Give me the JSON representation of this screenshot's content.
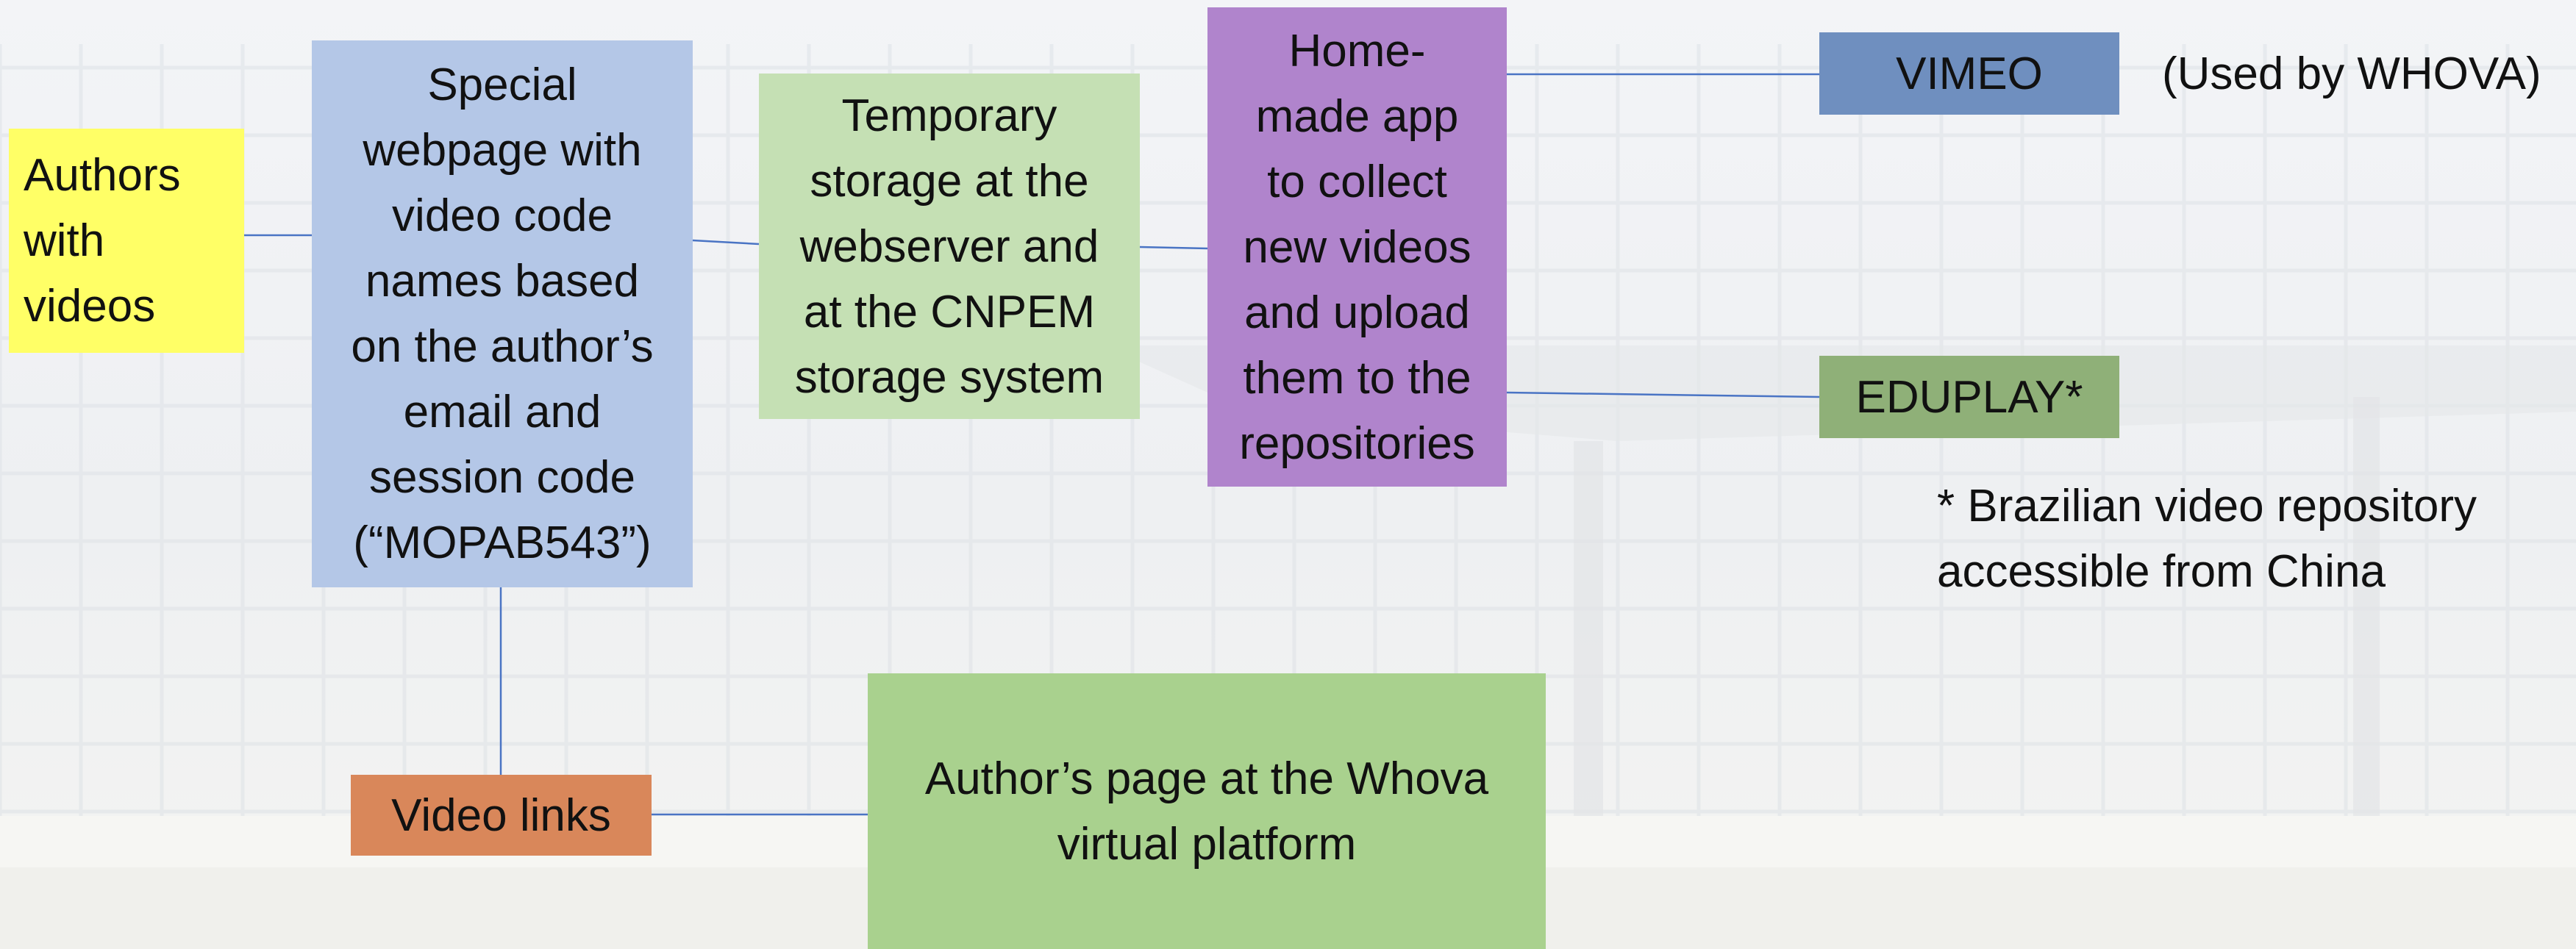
{
  "diagram": {
    "nodes": {
      "authors": {
        "label": "Authors\nwith\nvideos",
        "color": "#ffff66"
      },
      "webpage": {
        "label": "Special\nwebpage with\nvideo code\nnames based\non the author’s\nemail and\nsession code\n(“MOPAB543”)",
        "color": "#b4c7e7"
      },
      "storage": {
        "label": "Temporary\nstorage at the\nwebserver and\nat the CNPEM\nstorage system",
        "color": "#c5e0b4"
      },
      "app": {
        "label": "Home-\nmade app\nto collect\nnew videos\nand upload\nthem to the\nrepositories",
        "color": "#b084cc"
      },
      "vimeo": {
        "label": "VIMEO",
        "color": "#6f8fbf"
      },
      "eduplay": {
        "label": "EDUPLAY*",
        "color": "#8fb078"
      },
      "video_links": {
        "label": "Video links",
        "color": "#d9875a"
      },
      "whova_page": {
        "label": "Author’s page at the Whova\nvirtual platform",
        "color": "#a9d18e"
      }
    },
    "notes": {
      "vimeo_note": "(Used by WHOVA)",
      "eduplay_note": "* Brazilian video repository\naccessible from China"
    },
    "edges": [
      {
        "from": "authors",
        "to": "webpage"
      },
      {
        "from": "webpage",
        "to": "storage"
      },
      {
        "from": "storage",
        "to": "app"
      },
      {
        "from": "app",
        "to": "vimeo"
      },
      {
        "from": "app",
        "to": "eduplay"
      },
      {
        "from": "webpage",
        "to": "video_links"
      },
      {
        "from": "video_links",
        "to": "whova_page"
      }
    ],
    "connector_color": "#4a74c4"
  }
}
